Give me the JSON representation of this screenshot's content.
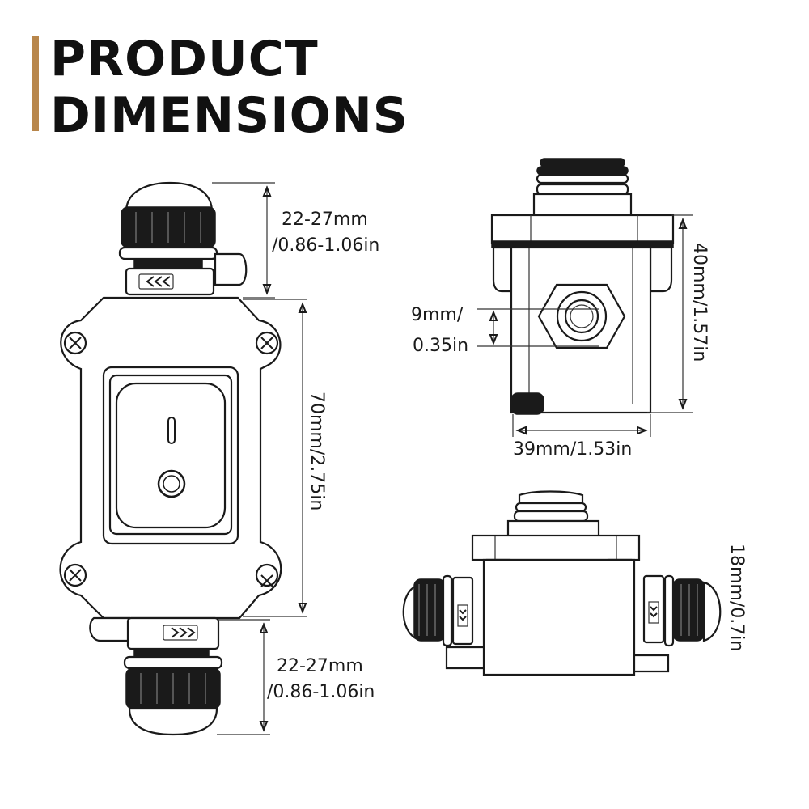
{
  "title": {
    "line1": "PRODUCT",
    "line2": "DIMENSIONS"
  },
  "colors": {
    "accent": "#b8864b",
    "ink": "#1a1a1a",
    "background": "#ffffff"
  },
  "front_view": {
    "top_gland_range": "22-27mm",
    "top_gland_range_in": "/0.86-1.06in",
    "body_height": "70mm/2.75in",
    "bottom_gland_range": "22-27mm",
    "bottom_gland_range_in": "/0.86-1.06in"
  },
  "side_view": {
    "hole_line1": "9mm/",
    "hole_line2": "0.35in",
    "height": "40mm/1.57in",
    "width": "39mm/1.53in"
  },
  "bottom_view": {
    "height": "18mm/0.7in"
  },
  "icons": [
    "switch-on-mark",
    "switch-off-mark",
    "screw-icon",
    "cable-gland-icon",
    "chevron-arrows-icon"
  ]
}
